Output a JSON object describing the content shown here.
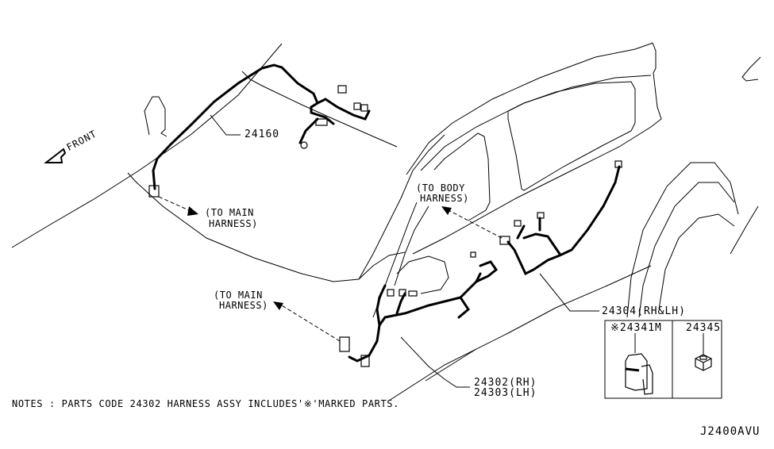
{
  "diagram": {
    "code": "J2400AVU",
    "direction_label": "FRONT",
    "notes": "NOTES : PARTS CODE 24302 HARNESS ASSY INCLUDES'※'MARKED PARTS.",
    "callouts": [
      {
        "id": "24160",
        "text": "24160"
      },
      {
        "id": "24304",
        "text": "24304(RH&LH)"
      },
      {
        "id": "24302",
        "text": "24302(RH)"
      },
      {
        "id": "24303",
        "text": "24303(LH)"
      },
      {
        "id": "24341M",
        "text": "※24341M"
      },
      {
        "id": "24345",
        "text": "24345"
      }
    ],
    "connections": [
      {
        "line1": "(TO MAIN",
        "line2": "HARNESS)"
      },
      {
        "line1": "(TO BODY",
        "line2": "HARNESS)"
      },
      {
        "line1": "(TO MAIN",
        "line2": "HARNESS)"
      }
    ]
  }
}
